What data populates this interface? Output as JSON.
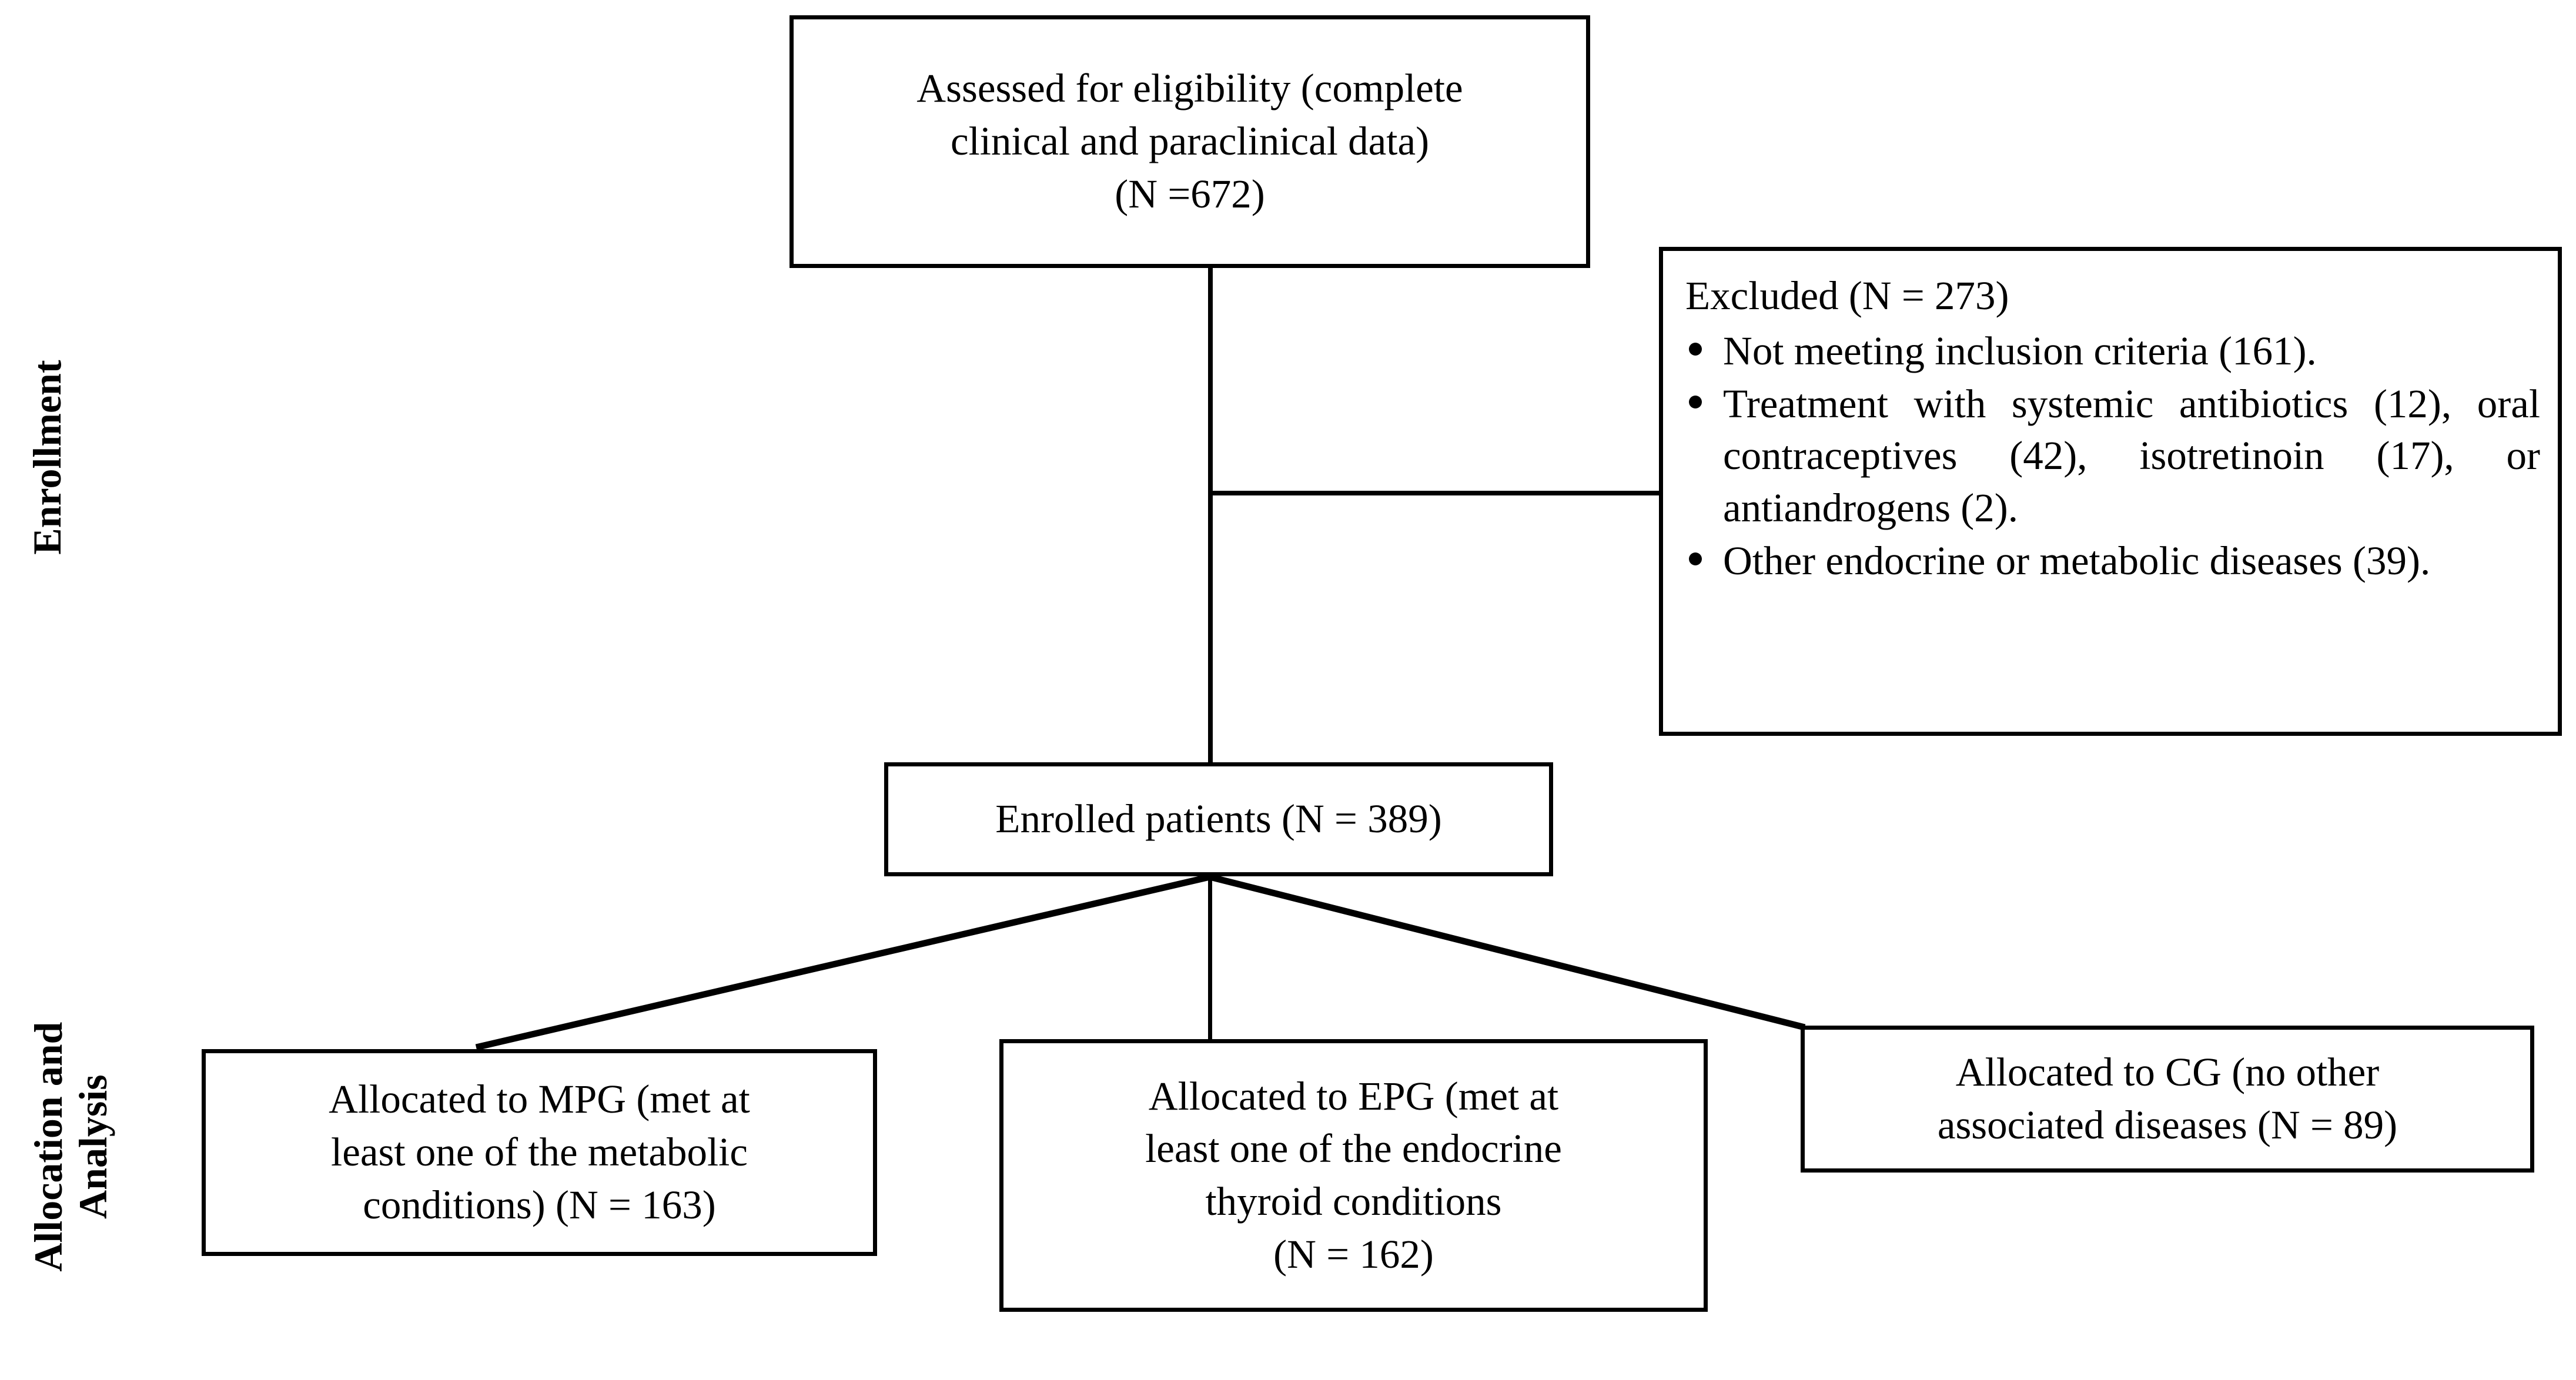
{
  "diagram": {
    "type": "consort-flow-diagram",
    "stage_labels": {
      "enrollment": "Enrollment",
      "allocation": "Allocation and\nAnalysis"
    },
    "nodes": {
      "assessed": {
        "text": "Assessed for eligibility (complete\nclinical and paraclinical data)\n(N =672)",
        "n": 672
      },
      "excluded": {
        "heading": "Excluded (N = 273)",
        "n": 273,
        "items": [
          "Not meeting inclusion criteria (161).",
          "Treatment with systemic antibiotics (12), oral contraceptives (42), isotretinoin (17), or antiandrogens (2).",
          "Other endocrine or metabolic diseases (39)."
        ],
        "counts": {
          "not_meeting_inclusion_criteria": 161,
          "systemic_antibiotics": 12,
          "oral_contraceptives": 42,
          "isotretinoin": 17,
          "antiandrogens": 2,
          "other_endocrine_or_metabolic_diseases": 39
        }
      },
      "enrolled": {
        "text": "Enrolled patients (N = 389)",
        "n": 389
      },
      "mpg": {
        "text": "Allocated to MPG (met at\nleast one of the metabolic\nconditions) (N = 163)",
        "n": 163
      },
      "epg": {
        "text": "Allocated to EPG (met at\nleast one of the endocrine\nthyroid conditions\n(N = 162)",
        "n": 162
      },
      "cg": {
        "text": "Allocated to CG (no other\nassociated diseases (N = 89)",
        "n": 89
      }
    },
    "colors": {
      "line": "#000000",
      "box_fill": "#ffffff",
      "text": "#000000"
    }
  }
}
